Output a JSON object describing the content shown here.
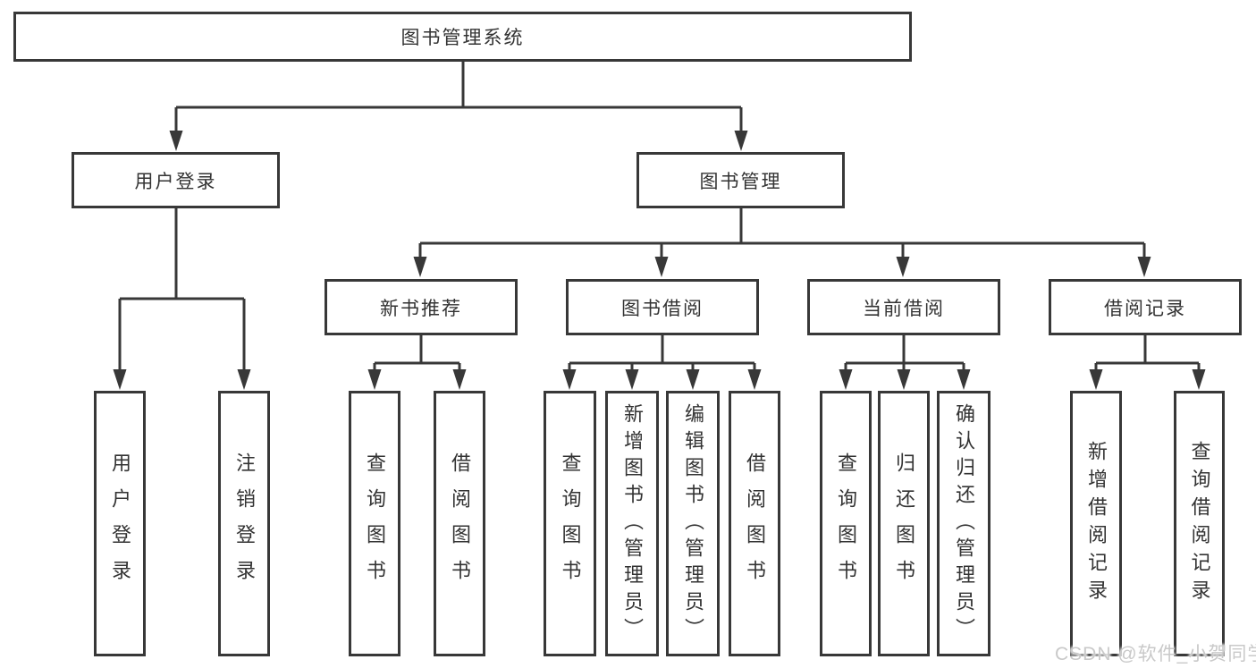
{
  "diagram_title": "图书管理系统",
  "tree": {
    "root": "图书管理系统",
    "children": [
      {
        "label": "用户登录",
        "children": [
          "用户登录",
          "注销登录"
        ]
      },
      {
        "label": "图书管理",
        "children": [
          {
            "label": "新书推荐",
            "children": [
              "查询图书",
              "借阅图书"
            ]
          },
          {
            "label": "图书借阅",
            "children": [
              "查询图书",
              "新增图书（管理员）",
              "编辑图书（管理员）",
              "借阅图书"
            ]
          },
          {
            "label": "当前借阅",
            "children": [
              "查询图书",
              "归还图书",
              "确认归还（管理员）"
            ]
          },
          {
            "label": "借阅记录",
            "children": [
              "新增借阅记录",
              "查询借阅记录"
            ]
          }
        ]
      }
    ]
  },
  "watermark": {
    "text": "CSDN @软件_小贺同学"
  },
  "colors": {
    "line": "#383838",
    "box_border": "#383838",
    "text": "#333333",
    "background": "#ffffff",
    "watermark": "#c9c9c9"
  }
}
